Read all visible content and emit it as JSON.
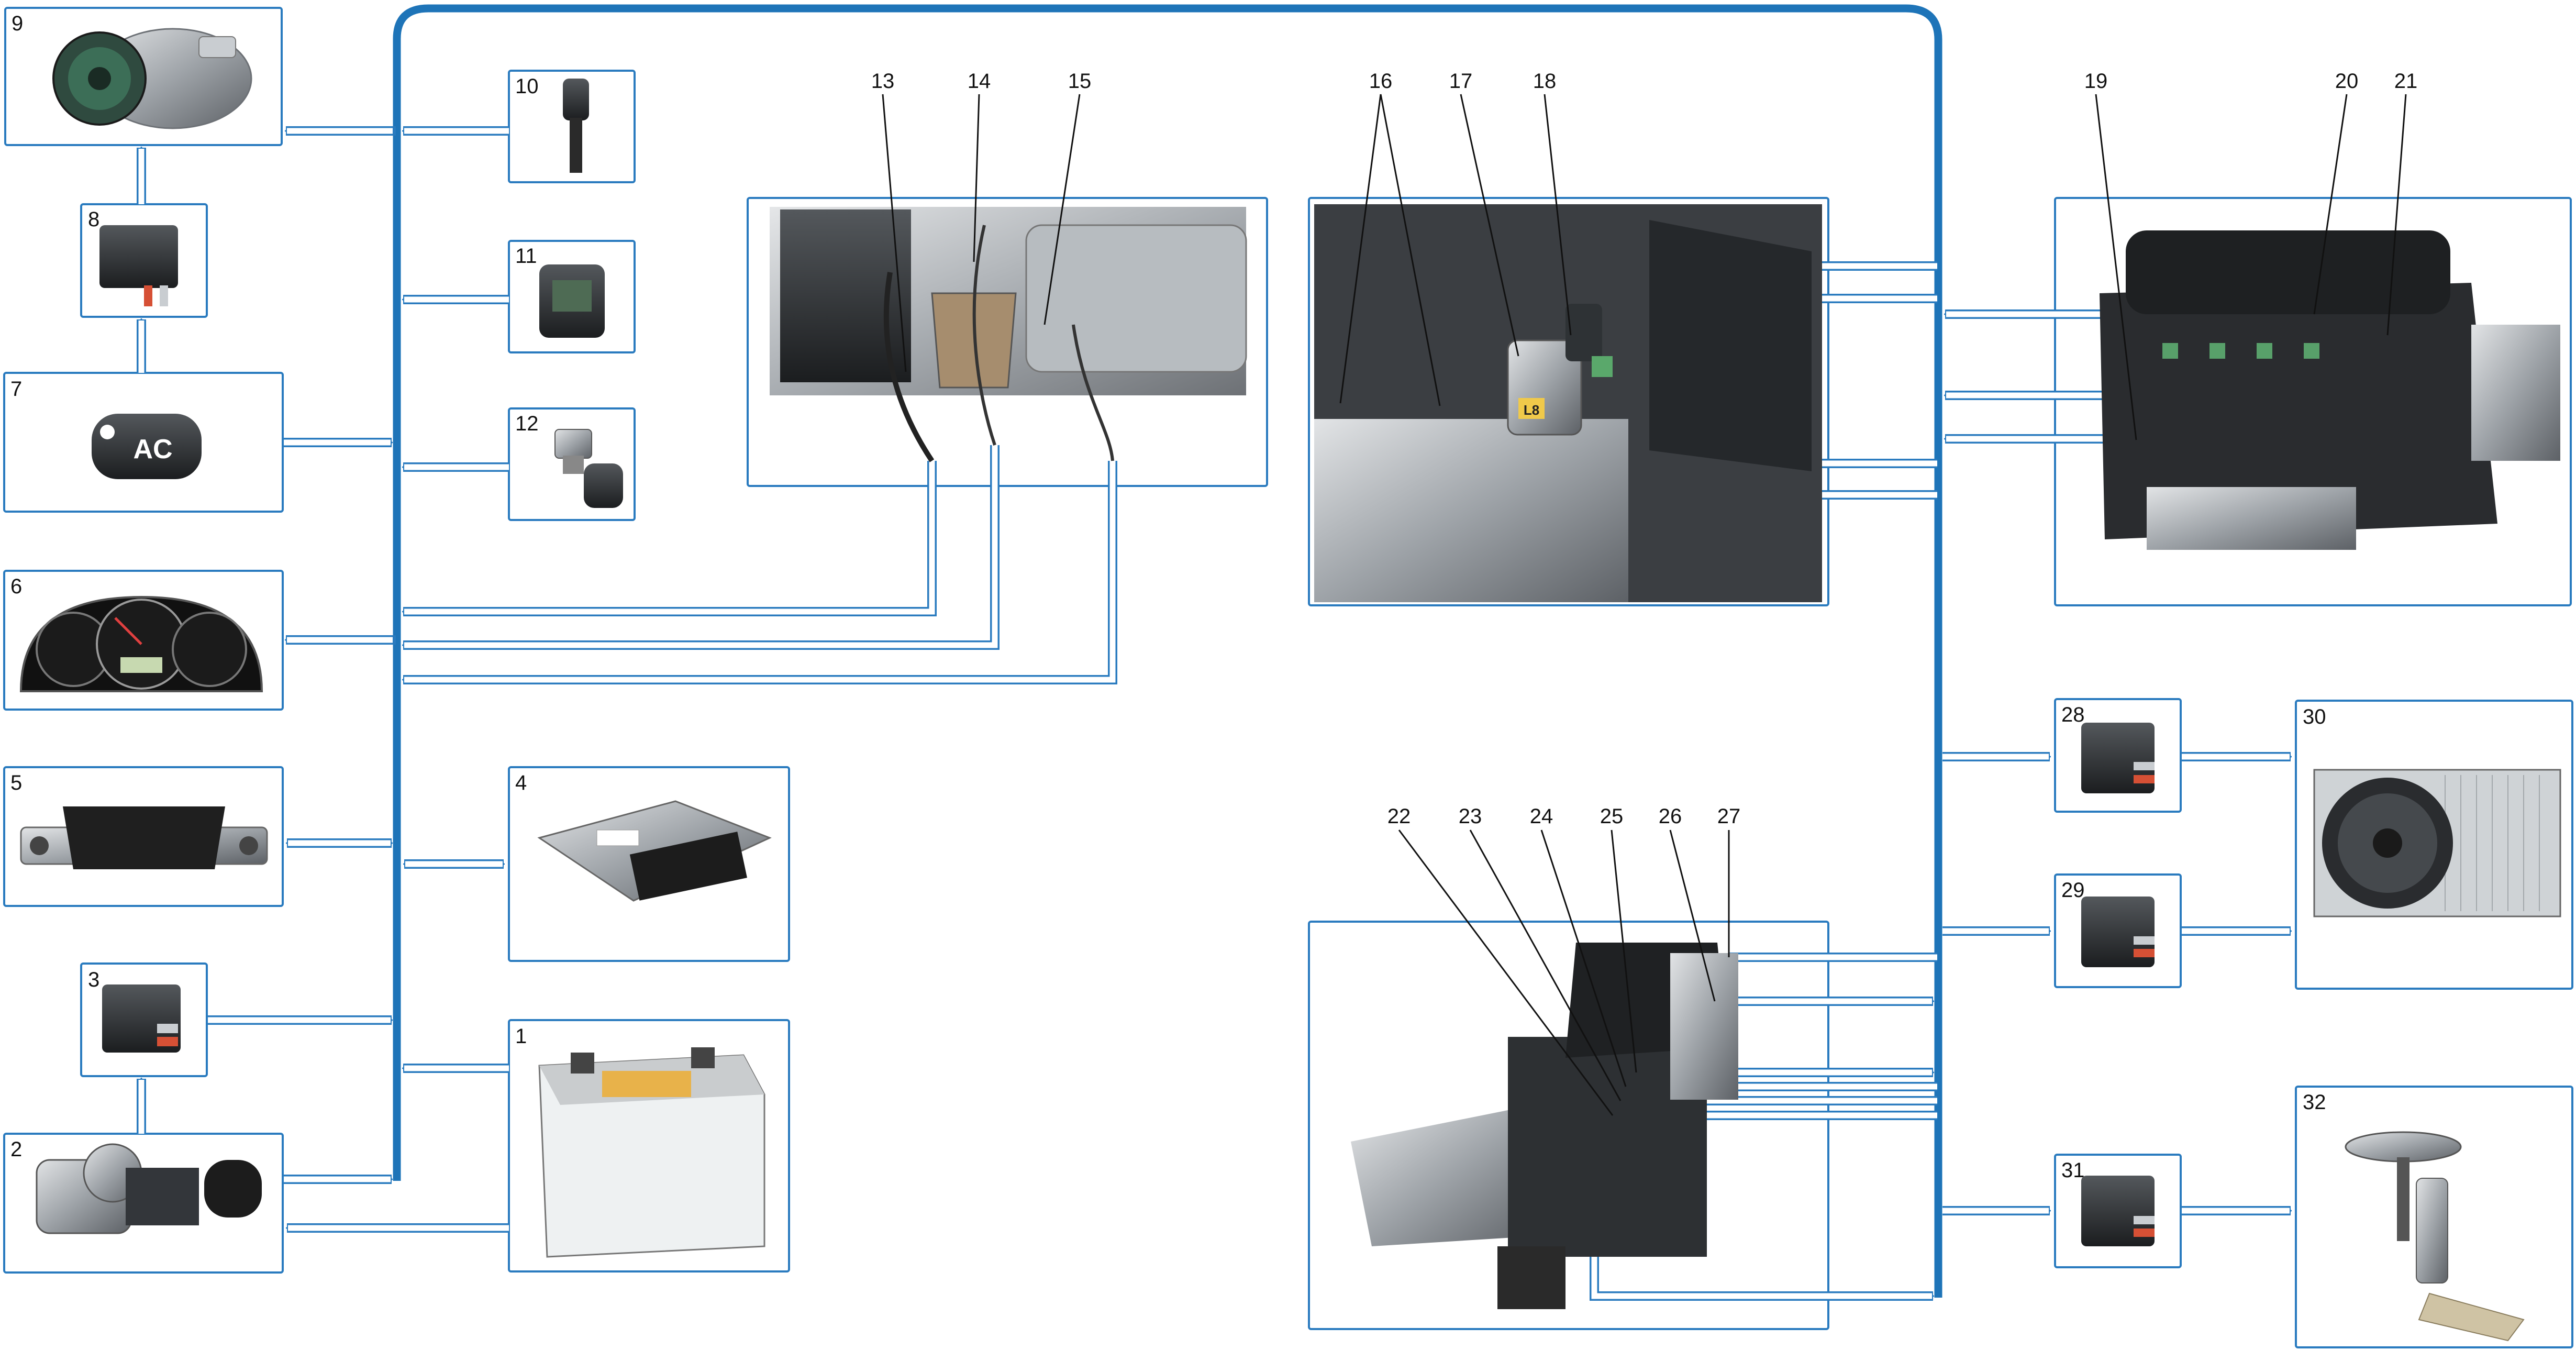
{
  "colors": {
    "bus": "#1e74b8",
    "box_border": "#2a7bbf",
    "arrow_fill": "#ffffff",
    "arrow_stroke": "#2a7bbf",
    "leader": "#111111"
  },
  "components": [
    {
      "id": "c1",
      "label": "1",
      "icon": "battery-icon"
    },
    {
      "id": "c2",
      "label": "2",
      "icon": "ignition-switch-icon"
    },
    {
      "id": "c3",
      "label": "3",
      "icon": "relay-icon"
    },
    {
      "id": "c4",
      "label": "4",
      "icon": "ecu-module-icon"
    },
    {
      "id": "c5",
      "label": "5",
      "icon": "diagnostic-connector-icon"
    },
    {
      "id": "c6",
      "label": "6",
      "icon": "instrument-cluster-icon"
    },
    {
      "id": "c7",
      "label": "7",
      "icon": "ac-button-icon",
      "text": "AC"
    },
    {
      "id": "c8",
      "label": "8",
      "icon": "relay-icon"
    },
    {
      "id": "c9",
      "label": "9",
      "icon": "ac-compressor-icon"
    },
    {
      "id": "c10",
      "label": "10",
      "icon": "speed-sensor-icon"
    },
    {
      "id": "c11",
      "label": "11",
      "icon": "sensor-connector-icon"
    },
    {
      "id": "c12",
      "label": "12",
      "icon": "pressure-sensor-icon"
    },
    {
      "id": "c13_15",
      "label": "",
      "icon": "engine-exhaust-photo-icon"
    },
    {
      "id": "c16_18",
      "label": "",
      "icon": "throttle-body-photo-icon"
    },
    {
      "id": "c19_21",
      "label": "",
      "icon": "engine-top-photo-icon"
    },
    {
      "id": "c22_27",
      "label": "",
      "icon": "engine-side-photo-icon"
    },
    {
      "id": "c28",
      "label": "28",
      "icon": "relay-icon"
    },
    {
      "id": "c29",
      "label": "29",
      "icon": "relay-icon"
    },
    {
      "id": "c30",
      "label": "30",
      "icon": "radiator-fan-icon"
    },
    {
      "id": "c31",
      "label": "31",
      "icon": "relay-icon"
    },
    {
      "id": "c32",
      "label": "32",
      "icon": "fuel-pump-icon"
    }
  ],
  "callouts": {
    "n13": "13",
    "n14": "14",
    "n15": "15",
    "n16": "16",
    "n17": "17",
    "n18": "18",
    "n19": "19",
    "n20": "20",
    "n21": "21",
    "n22": "22",
    "n23": "23",
    "n24": "24",
    "n25": "25",
    "n26": "26",
    "n27": "27"
  },
  "photo_markings": {
    "throttle_tag": "L8"
  }
}
